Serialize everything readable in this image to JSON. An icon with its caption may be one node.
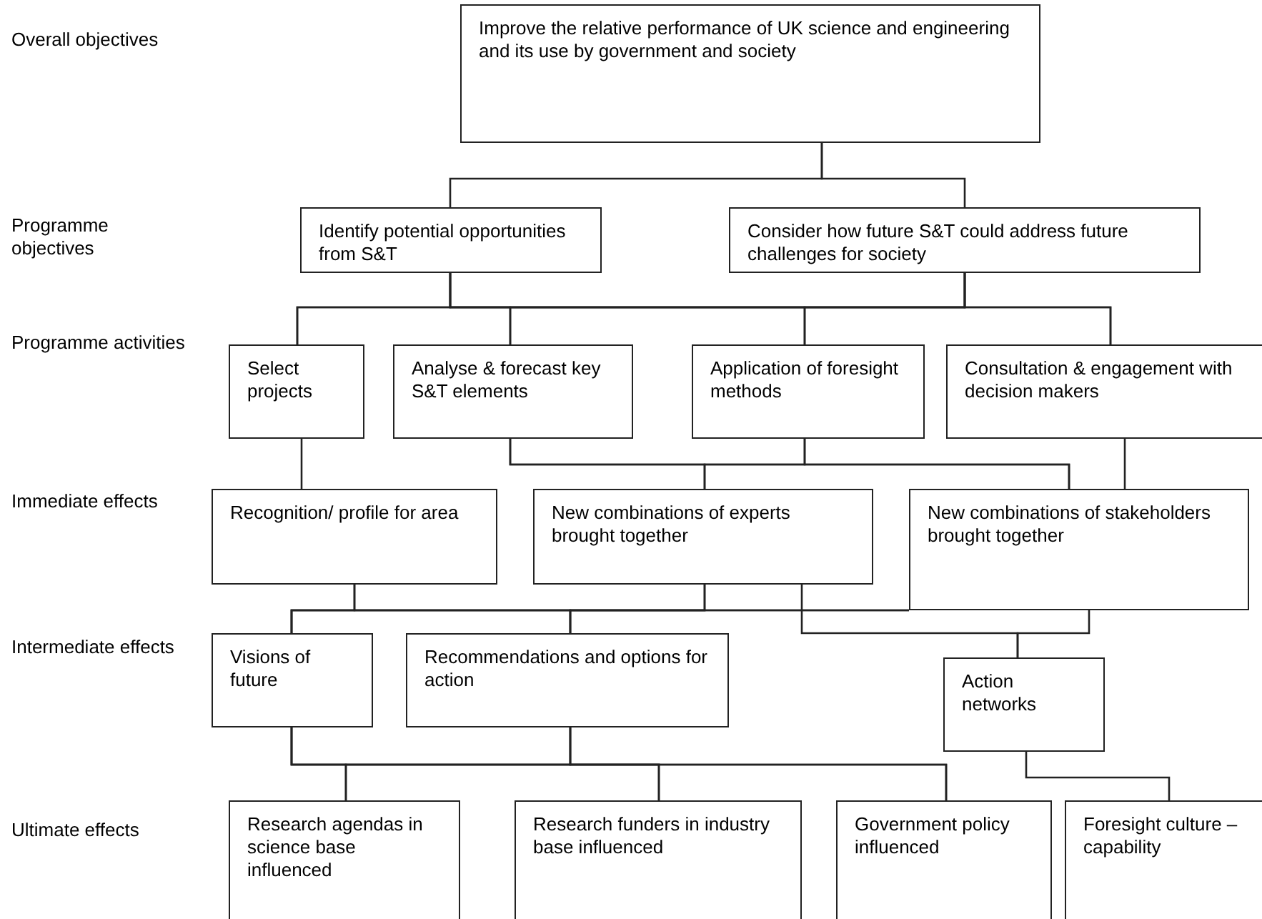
{
  "diagram": {
    "nodes": [
      {
        "text": [
          "Improve the relative performance of UK science and engineering and its use by government and society"
        ]
      },
      {
        "text": [
          "Identify potential opportunities from S&T"
        ]
      },
      {
        "text": [
          "Consider how future S&T could address future challenges for society"
        ]
      },
      {
        "text": [
          "Select projects"
        ]
      },
      {
        "text": [
          "Analyse & forecast key S&T elements"
        ]
      },
      {
        "text": [
          "Application of foresight methods"
        ]
      },
      {
        "text": [
          "Consultation & engagement with decision makers"
        ]
      },
      {
        "text": [
          "Recognition/ profile for area"
        ]
      },
      {
        "text": [
          "New combinations of experts brought together"
        ]
      },
      {
        "text": [
          "New combinations of stakeholders brought together"
        ]
      },
      {
        "text": [
          "Visions of future"
        ]
      },
      {
        "text": [
          "Recommendations and options for action"
        ]
      },
      {
        "text": [
          "Action networks"
        ]
      },
      {
        "text": [
          "Research agendas in science base influenced"
        ]
      },
      {
        "text": [
          "Research funders in industry base influenced"
        ]
      },
      {
        "text": [
          "Government policy influenced"
        ]
      },
      {
        "text": [
          "Foresight culture – capability"
        ]
      }
    ],
    "edges": [
      {
        "from": 0,
        "to": 1,
        "arrow": "none"
      },
      {
        "from": 0,
        "to": 2,
        "arrow": "none"
      },
      {
        "from": 1,
        "to": 3,
        "arrow": "none"
      },
      {
        "from": 1,
        "to": 4,
        "arrow": "none"
      },
      {
        "from": 1,
        "to": 5,
        "arrow": "none"
      },
      {
        "from": 1,
        "to": 6,
        "arrow": "none"
      },
      {
        "from": 2,
        "to": 3,
        "arrow": "none"
      },
      {
        "from": 2,
        "to": 4,
        "arrow": "none"
      },
      {
        "from": 2,
        "to": 5,
        "arrow": "none"
      },
      {
        "from": 2,
        "to": 6,
        "arrow": "none"
      },
      {
        "from": 3,
        "to": 7,
        "arrow": "none"
      },
      {
        "from": 4,
        "to": 8,
        "arrow": "none"
      },
      {
        "from": 4,
        "to": 9,
        "arrow": "none"
      },
      {
        "from": 5,
        "to": 8,
        "arrow": "none"
      },
      {
        "from": 5,
        "to": 9,
        "arrow": "none"
      },
      {
        "from": 6,
        "to": 9,
        "arrow": "none"
      },
      {
        "from": 7,
        "to": 10,
        "arrow": "none"
      },
      {
        "from": 7,
        "to": 11,
        "arrow": "none"
      },
      {
        "from": 8,
        "to": 10,
        "arrow": "none"
      },
      {
        "from": 8,
        "to": 11,
        "arrow": "none"
      },
      {
        "from": 9,
        "to": 10,
        "arrow": "none"
      },
      {
        "from": 9,
        "to": 11,
        "arrow": "none"
      },
      {
        "from": 8,
        "to": 12,
        "arrow": "none"
      },
      {
        "from": 9,
        "to": 12,
        "arrow": "none"
      },
      {
        "from": 10,
        "to": 13,
        "arrow": "none"
      },
      {
        "from": 10,
        "to": 14,
        "arrow": "none"
      },
      {
        "from": 10,
        "to": 15,
        "arrow": "none"
      },
      {
        "from": 11,
        "to": 13,
        "arrow": "none"
      },
      {
        "from": 11,
        "to": 14,
        "arrow": "none"
      },
      {
        "from": 11,
        "to": 15,
        "arrow": "none"
      },
      {
        "from": 12,
        "to": 16,
        "arrow": "none"
      }
    ],
    "labels": [
      "Overall objectives",
      "Programme objectives",
      "Programme activities",
      "Immediate effects",
      "Intermediate effects",
      "Ultimate effects"
    ]
  }
}
